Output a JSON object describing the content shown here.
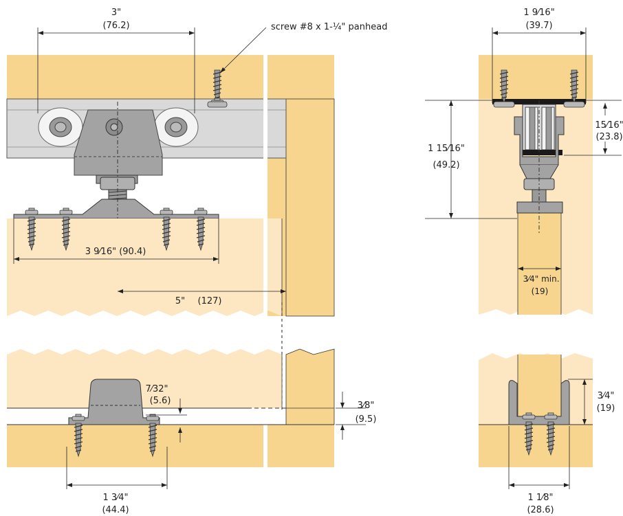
{
  "colors": {
    "wood_dark": "#F7D58F",
    "wood_light": "#FCE7C2",
    "wood_edge": "#E8C27A",
    "metal_track": "#D9D9D9",
    "metal_part": "#A3A3A3",
    "metal_dark": "#6E6E6E",
    "black": "#1A1A1A",
    "dimension_line": "#222222"
  },
  "icons": {
    "screw": "screw-icon",
    "roller": "roller-wheel-icon",
    "nut": "hex-nut-icon",
    "guide": "floor-guide-icon"
  },
  "labels": {
    "top_width": "3\"",
    "top_width_mm": "(76.2)",
    "screw_callout": "screw #8 x 1-¼\" panhead",
    "mount_plate_width": "3 9⁄16\" (90.4)",
    "offset": "5\"",
    "offset_mm": "(127)",
    "guide_height": "7⁄32\"",
    "guide_height_mm": "(5.6)",
    "floor_gap": "3⁄8\"",
    "floor_gap_mm": "(9.5)",
    "guide_width": "1 3⁄4\"",
    "guide_width_mm": "(44.4)",
    "side_top_width": "1 9⁄16\"",
    "side_top_width_mm": "(39.7)",
    "hanger_drop": "1 15⁄16\"",
    "hanger_drop_mm": "(49.2)",
    "roller_height": "15⁄16\"",
    "roller_height_mm": "(23.8)",
    "door_min": "3⁄4\" min.",
    "door_min_mm": "(19)",
    "side_guide_height": "3⁄4\"",
    "side_guide_height_mm": "(19)",
    "side_guide_width": "1 1⁄8\"",
    "side_guide_width_mm": "(28.6)"
  }
}
